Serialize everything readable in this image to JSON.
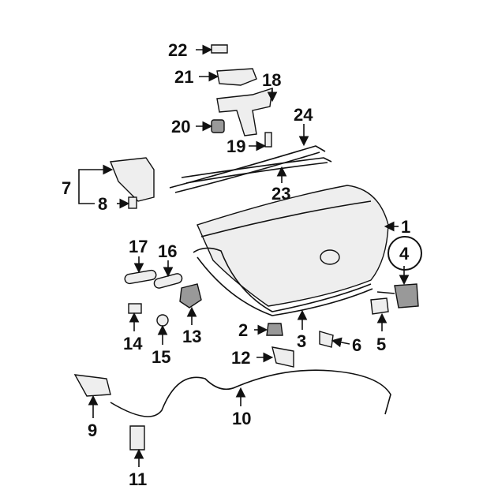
{
  "diagram": {
    "title": "Trunk lid components",
    "highlighted_callout": "4",
    "callouts": {
      "c1": "1",
      "c2": "2",
      "c3": "3",
      "c4": "4",
      "c5": "5",
      "c6": "6",
      "c7": "7",
      "c8": "8",
      "c9": "9",
      "c10": "10",
      "c11": "11",
      "c12": "12",
      "c13": "13",
      "c14": "14",
      "c15": "15",
      "c16": "16",
      "c17": "17",
      "c18": "18",
      "c19": "19",
      "c20": "20",
      "c21": "21",
      "c22": "22",
      "c23": "23",
      "c24": "24"
    }
  }
}
